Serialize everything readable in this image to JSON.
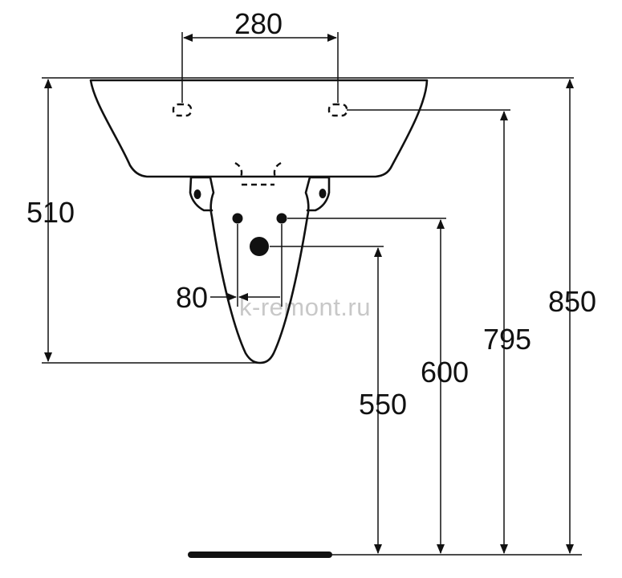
{
  "dimensions": {
    "tap_spacing": "280",
    "pipe_spacing": "80",
    "basin_depth": "510",
    "height_850": "850",
    "height_795": "795",
    "height_600": "600",
    "height_550": "550"
  },
  "watermark": "k-remont.ru",
  "colors": {
    "line": "#111111",
    "watermark": "#c8c8c8"
  }
}
